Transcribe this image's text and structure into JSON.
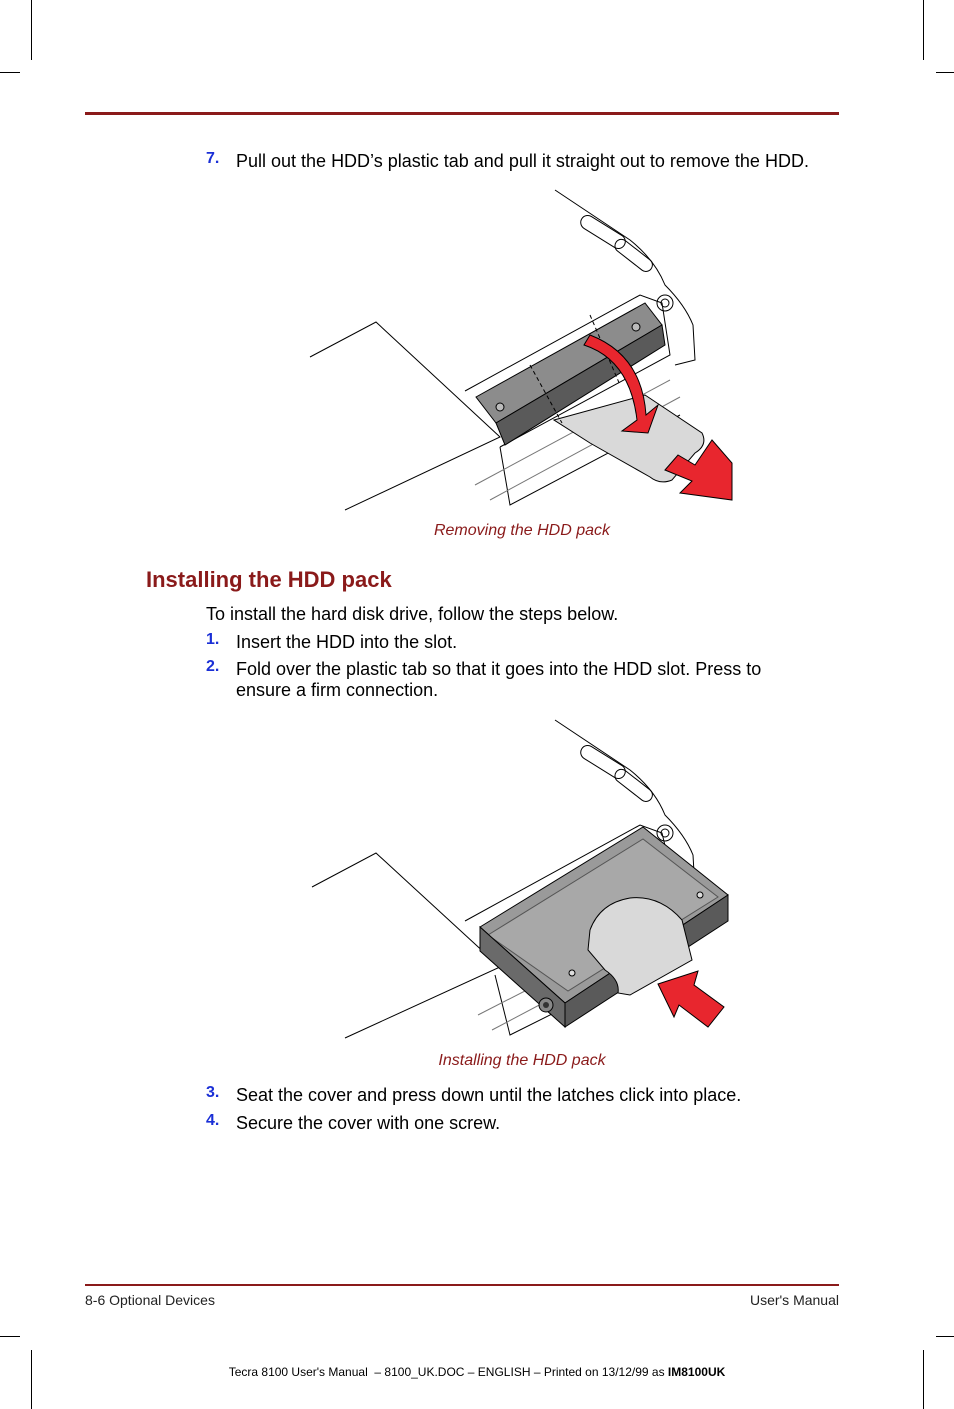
{
  "steps_top": [
    {
      "num": "7.",
      "text": "Pull out the HDD’s plastic tab and pull it straight out to remove the HDD."
    }
  ],
  "figure1": {
    "caption": "Removing the HDD pack",
    "arrow_color": "#e8262e"
  },
  "section": {
    "heading": "Installing the HDD pack",
    "intro": "To install the hard disk drive, follow the steps below.",
    "steps": [
      {
        "num": "1.",
        "text": "Insert the HDD into the slot."
      },
      {
        "num": "2.",
        "text": "Fold over the plastic tab so that it goes into the HDD slot. Press to ensure a firm connection."
      }
    ]
  },
  "figure2": {
    "caption": "Installing the HDD pack",
    "arrow_color": "#e8262e"
  },
  "steps_bottom": [
    {
      "num": "3.",
      "text": "Seat the cover and press down until the latches click into place."
    },
    {
      "num": "4.",
      "text": "Secure the cover with one screw."
    }
  ],
  "footer": {
    "left": "8-6  Optional Devices",
    "right": "User's Manual",
    "print_prefix": "Tecra 8100 User's Manual  – 8100_UK.DOC – ENGLISH – Printed on 13/12/99 as ",
    "print_code": "IM8100UK"
  },
  "colors": {
    "accent": "#8a1a1a",
    "step_number": "#1a2fd6"
  }
}
